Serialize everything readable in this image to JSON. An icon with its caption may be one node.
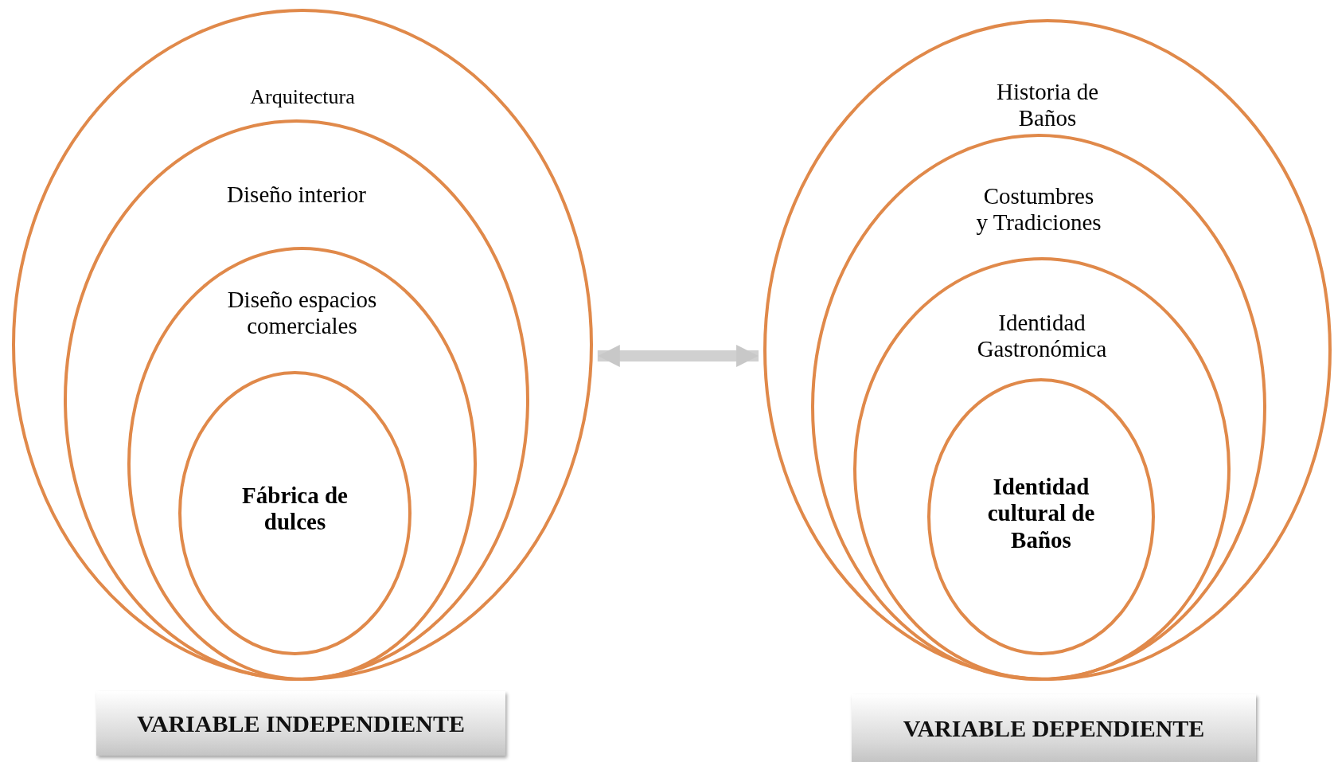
{
  "diagram": {
    "nodes": [
      {
        "text": [
          "Arquitectura"
        ]
      },
      {
        "text": [
          "Diseño interior"
        ],
        "in": 0
      },
      {
        "text": [
          "Diseño espacios comerciales"
        ],
        "in": 1
      },
      {
        "text": [
          "Fábrica de dulces"
        ],
        "in": 2
      },
      {
        "text": [
          "VARIABLE INDEPENDIENTE"
        ]
      },
      {
        "text": [
          "Historia de Baños"
        ]
      },
      {
        "text": [
          "Costumbres y Tradiciones"
        ],
        "in": 5
      },
      {
        "text": [
          "Identidad Gastronómica"
        ],
        "in": 6
      },
      {
        "text": [
          "Identidad cultural de Baños"
        ],
        "in": 7
      },
      {
        "text": [
          "VARIABLE DEPENDIENTE"
        ]
      }
    ],
    "edges": [
      {
        "from": 0,
        "to": 5,
        "arrow": "both"
      }
    ]
  }
}
